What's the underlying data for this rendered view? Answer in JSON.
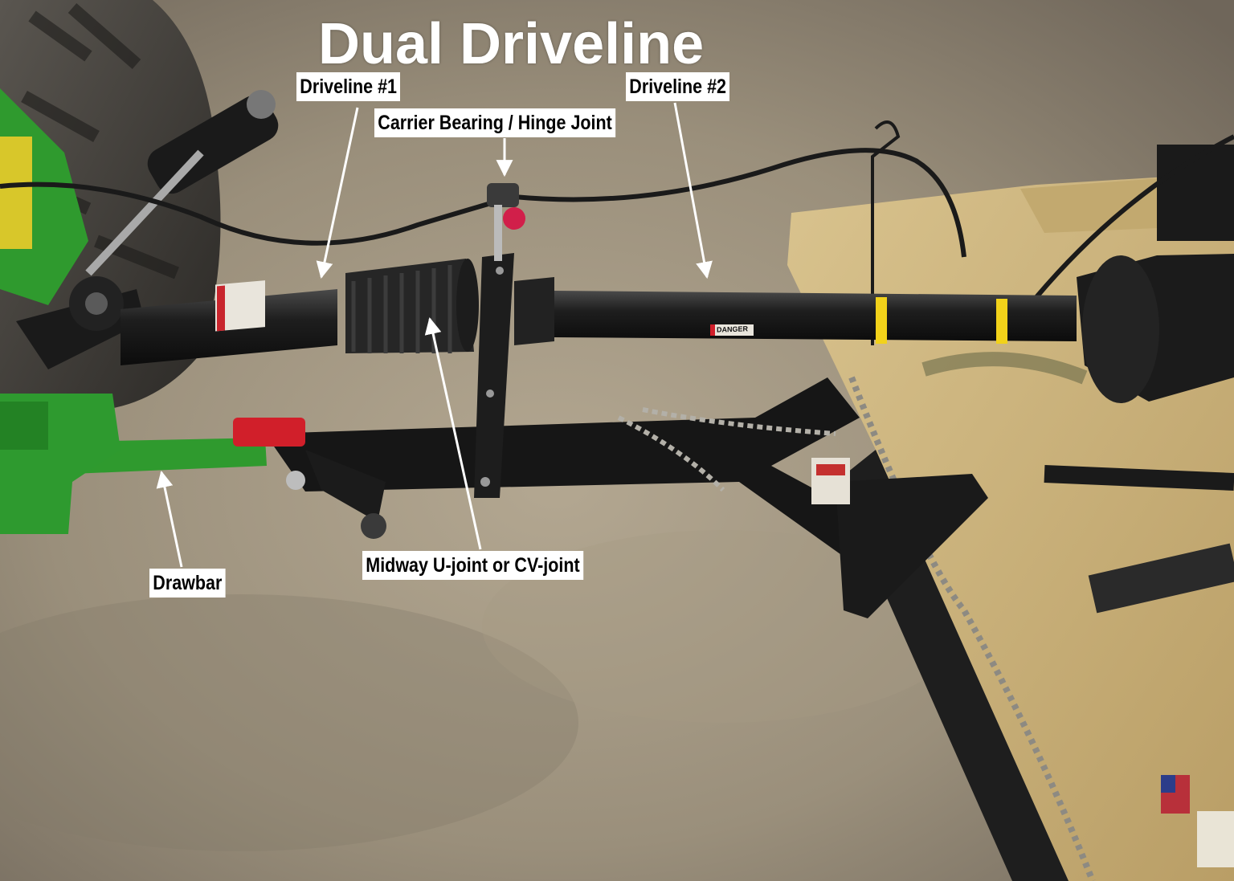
{
  "title": "Dual Driveline",
  "labels": {
    "driveline1": "Driveline #1",
    "driveline2": "Driveline #2",
    "carrier_bearing": "Carrier Bearing / Hinge Joint",
    "midway_joint": "Midway U-joint or CV-joint",
    "drawbar": "Drawbar"
  },
  "decals": {
    "danger": "DANGER"
  },
  "colors": {
    "tractor_green": "#2f9a2e",
    "mower_deck_tan": "#cdb47e",
    "driveline_black": "#1c1c1c",
    "warning_yellow": "#f2d21a",
    "hitch_red": "#d11f2a",
    "floor_concrete": "#9a8f7c"
  }
}
